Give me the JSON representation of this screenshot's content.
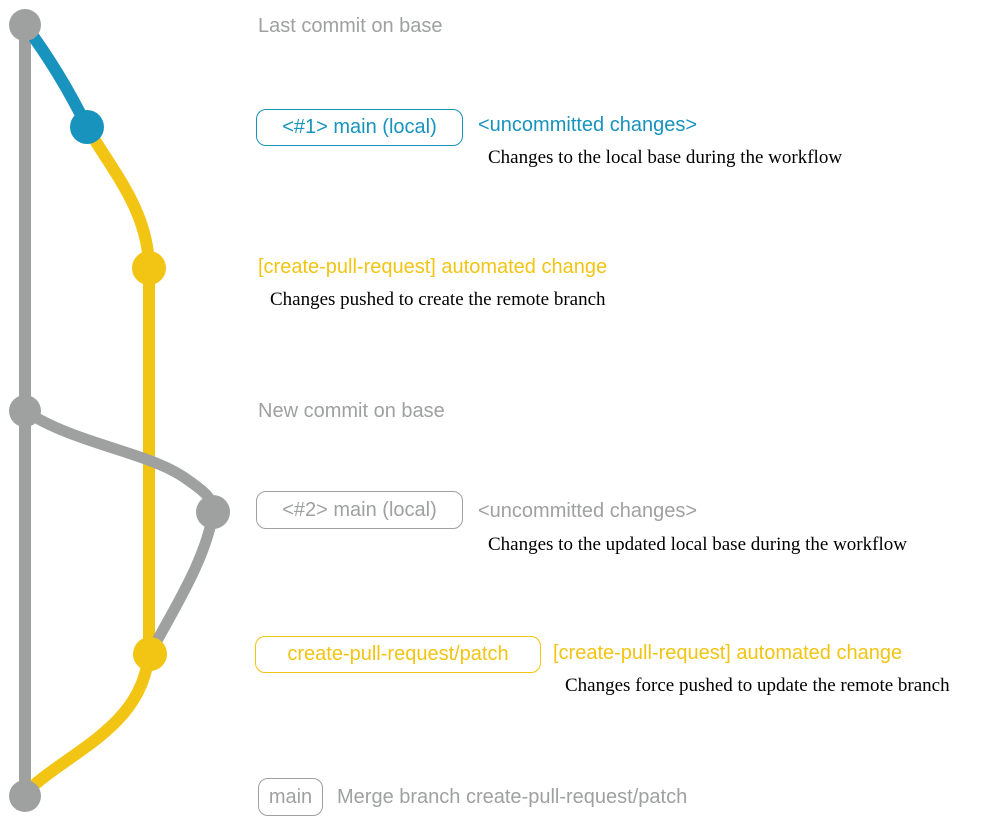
{
  "colors": {
    "gray": "#9fa0a0",
    "blue": "#1793bd",
    "yellow": "#f2c413",
    "black": "#000000",
    "background": "#ffffff"
  },
  "sections": {
    "last_commit": {
      "title": "Last commit on base"
    },
    "local_main_1": {
      "branch_badge": "<#1> main (local)",
      "status": "<uncommitted changes>",
      "note": "Changes to the local base during the workflow"
    },
    "automated_change_1": {
      "commit_message": "[create-pull-request] automated change",
      "note": "Changes pushed to create the remote branch"
    },
    "new_commit": {
      "title": "New commit on base"
    },
    "local_main_2": {
      "branch_badge": "<#2> main (local)",
      "status": "<uncommitted changes>",
      "note": "Changes to the updated local base during the workflow"
    },
    "automated_change_2": {
      "branch_badge": "create-pull-request/patch",
      "commit_message": "[create-pull-request] automated change",
      "note": "Changes force pushed to update the remote branch"
    },
    "merge_commit": {
      "branch_badge": "main",
      "commit_message": "Merge branch create-pull-request/patch"
    }
  }
}
